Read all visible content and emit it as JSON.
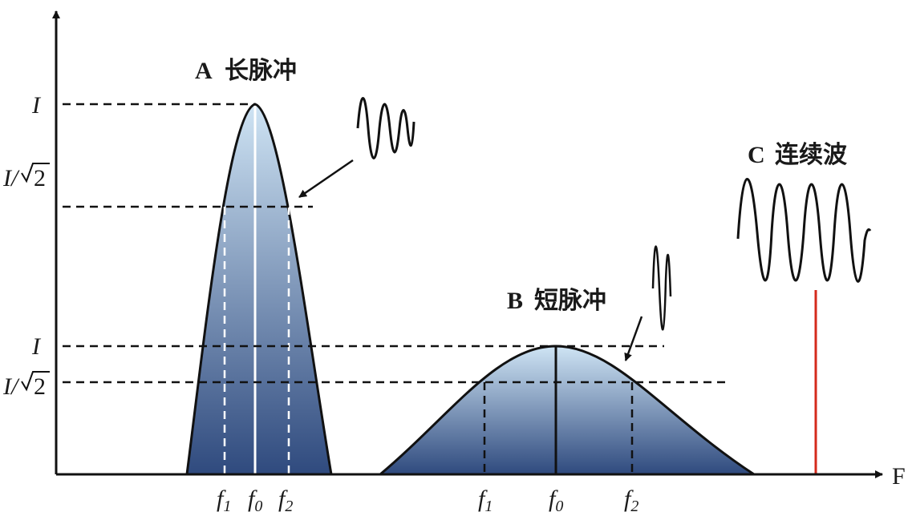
{
  "axes": {
    "y_label_I": "I",
    "y_label_I_sqrt2_prefix": "I/",
    "y_label_sqrt2_digit": "2",
    "x_axis_label": "F"
  },
  "peak_a": {
    "letter": "A",
    "name": "长脉冲",
    "ticks": [
      {
        "base": "f",
        "sub": "1"
      },
      {
        "base": "f",
        "sub": "0"
      },
      {
        "base": "f",
        "sub": "2"
      }
    ]
  },
  "peak_b": {
    "letter": "B",
    "name": "短脉冲",
    "ticks": [
      {
        "base": "f",
        "sub": "1"
      },
      {
        "base": "f",
        "sub": "0"
      },
      {
        "base": "f",
        "sub": "2"
      }
    ]
  },
  "wave_c": {
    "letter": "C",
    "name": "连续波"
  },
  "colors": {
    "peak_top": "#cfe4f4",
    "peak_bottom": "#2f4a7e",
    "continuous_line": "#d42a1c",
    "ink": "#111111"
  }
}
